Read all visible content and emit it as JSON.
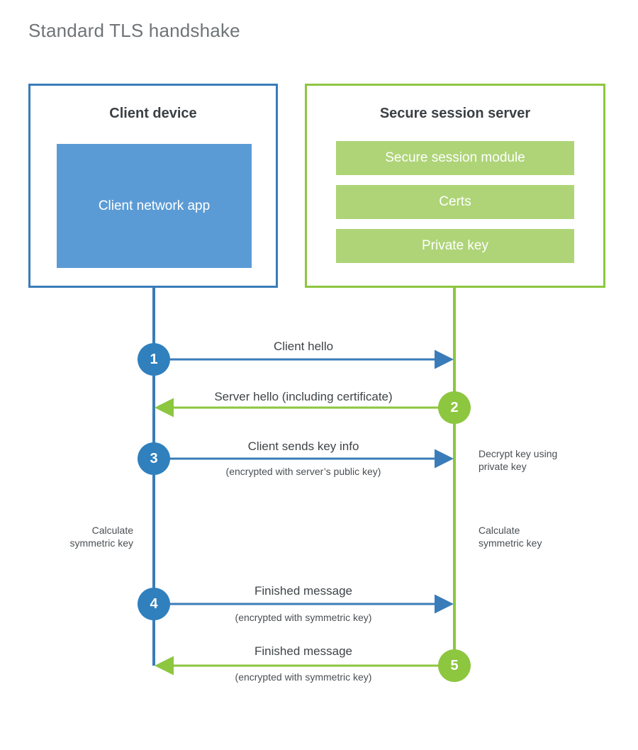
{
  "title": "Standard TLS handshake",
  "colors": {
    "client_accent": "#3a7cb9",
    "client_fill": "#5b9bd5",
    "client_badge": "#2f80bd",
    "server_accent": "#8dc63f",
    "server_fill": "#aed477",
    "text": "#3f4447",
    "title_text": "#6f7477",
    "background": "#ffffff"
  },
  "client": {
    "title": "Client device",
    "app_label": "Client network app"
  },
  "server": {
    "title": "Secure session server",
    "components": [
      {
        "label": "Secure session module"
      },
      {
        "label": "Certs"
      },
      {
        "label": "Private key"
      }
    ]
  },
  "steps": [
    {
      "number": "1",
      "label": "Client hello",
      "sublabel": "",
      "direction": "client-to-server",
      "origin": "client"
    },
    {
      "number": "2",
      "label": "Server hello (including certificate)",
      "sublabel": "",
      "direction": "server-to-client",
      "origin": "server"
    },
    {
      "number": "3",
      "label": "Client sends key info",
      "sublabel": "(encrypted with server’s public key)",
      "direction": "client-to-server",
      "origin": "client"
    },
    {
      "number": "4",
      "label": "Finished message",
      "sublabel": "(encrypted with symmetric key)",
      "direction": "client-to-server",
      "origin": "client"
    },
    {
      "number": "5",
      "label": "Finished message",
      "sublabel": "(encrypted with symmetric key)",
      "direction": "server-to-client",
      "origin": "server"
    }
  ],
  "annotations": {
    "server_decrypt": "Decrypt key using\nprivate key",
    "client_calculate": "Calculate\nsymmetric key",
    "server_calculate": "Calculate\nsymmetric key"
  }
}
